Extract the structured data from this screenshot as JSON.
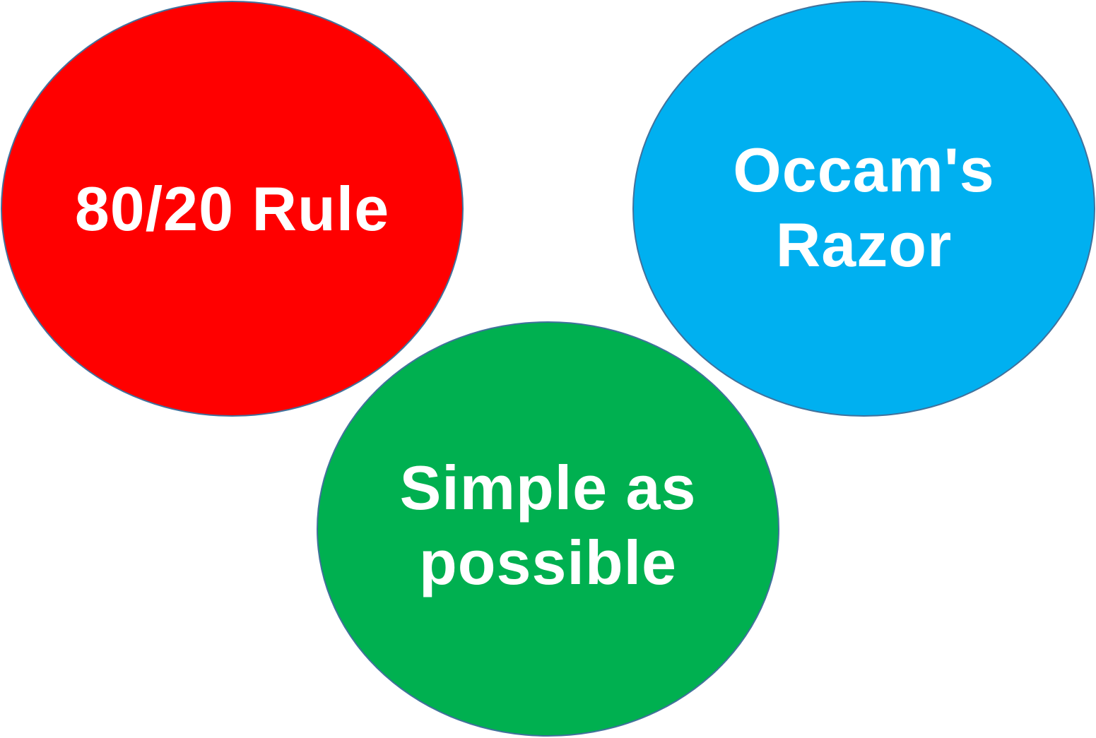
{
  "diagram": {
    "nodes": [
      {
        "id": "red",
        "lines": [
          "80/20 Rule"
        ],
        "fill": "#ff0000"
      },
      {
        "id": "blue",
        "lines": [
          "Occam's",
          "Razor"
        ],
        "fill": "#00b0f0"
      },
      {
        "id": "green",
        "lines": [
          "Simple as",
          "possible"
        ],
        "fill": "#00b050"
      }
    ],
    "outline_color": "#41719c",
    "text_color": "#ffffff"
  }
}
